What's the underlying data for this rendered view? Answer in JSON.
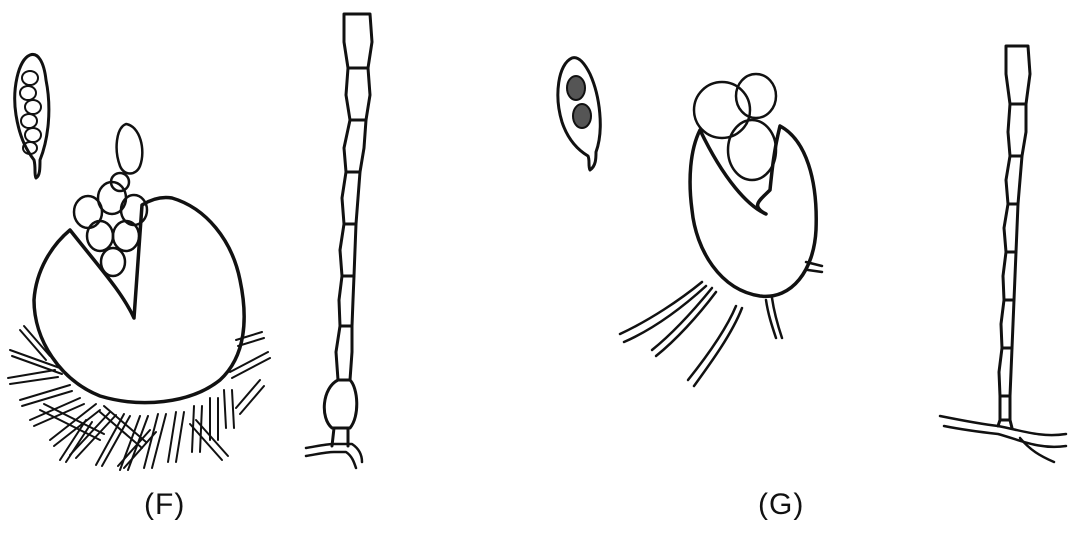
{
  "figure": {
    "panels": [
      {
        "id": "F",
        "label": "(F)"
      },
      {
        "id": "G",
        "label": "(G)"
      }
    ],
    "stroke_color": "#111111",
    "background_color": "#ffffff"
  }
}
